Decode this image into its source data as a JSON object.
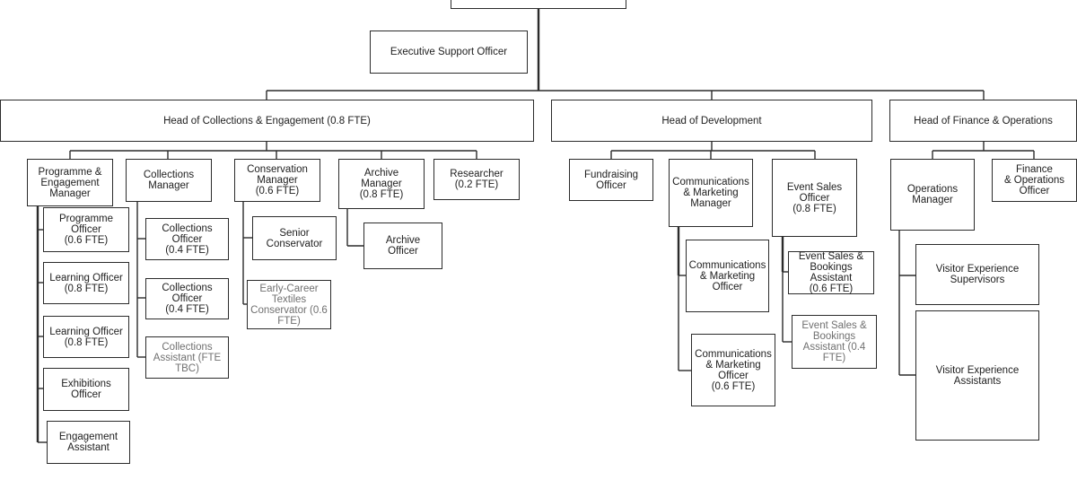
{
  "org_chart": {
    "executive_support": "Executive Support Officer",
    "collections_engagement": {
      "head": "Head of Collections & Engagement (0.8 FTE)",
      "programme_engagement_manager": "Programme &\nEngagement\nManager",
      "programme_officer": "Programme\nOfficer\n(0.6 FTE)",
      "learning_officer_1": "Learning Officer\n(0.8 FTE)",
      "learning_officer_2": "Learning Officer\n(0.8 FTE)",
      "exhibitions_officer": "Exhibitions Officer",
      "engagement_assistant": "Engagement\nAssistant",
      "collections_manager": "Collections\nManager",
      "collections_officer_1": "Collections Officer\n(0.4 FTE)",
      "collections_officer_2": "Collections Officer\n(0.4 FTE)",
      "collections_assistant": "Collections\nAssistant (FTE\nTBC)",
      "conservation_manager": "Conservation\nManager\n(0.6 FTE)",
      "senior_conservator": "Senior\nConservator",
      "early_career_conservator": "Early-Career\nTextiles\nConservator (0.6\nFTE)",
      "archive_manager": "Archive\nManager\n(0.8 FTE)",
      "archive_officer": "Archive\nOfficer",
      "researcher": "Researcher\n(0.2 FTE)"
    },
    "development": {
      "head": "Head of Development",
      "fundraising_officer": "Fundraising\nOfficer",
      "comms_marketing_manager": "Communications\n& Marketing\nManager",
      "comms_marketing_officer": "Communications\n& Marketing\nOfficer",
      "comms_marketing_officer_pt": "Communications\n& Marketing\nOfficer\n(0.6 FTE)",
      "event_sales_officer": "Event Sales\nOfficer\n(0.8 FTE)",
      "event_sales_assistant_1": "Event Sales &\nBookings\nAssistant\n(0.6 FTE)",
      "event_sales_assistant_2": "Event Sales &\nBookings\nAssistant (0.4\nFTE)"
    },
    "finance_operations": {
      "head": "Head of Finance & Operations",
      "operations_manager": "Operations\nManager",
      "finance_operations_officer": "Finance\n& Operations\nOfficer",
      "visitor_experience_supervisors": "Visitor Experience\nSupervisors",
      "visitor_experience_assistants": "Visitor Experience\nAssistants"
    }
  }
}
